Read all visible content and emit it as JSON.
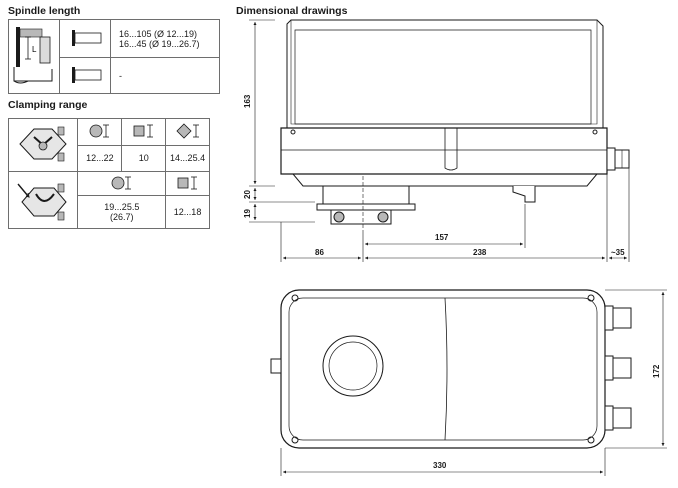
{
  "spindle_length": {
    "title": "Spindle length",
    "row1_line1": "16...105 (Ø 12...19)",
    "row1_line2": "16...45 (Ø 19...26.7)",
    "row2_value": "-"
  },
  "clamping_range": {
    "title": "Clamping range",
    "upper": [
      "12...22",
      "10",
      "14...25.4"
    ],
    "lower": [
      "19...25.5",
      "(26.7)",
      "12...18"
    ]
  },
  "dimensional": {
    "title": "Dimensional drawings",
    "dim_163": "163",
    "dim_20": "20",
    "dim_19": "19",
    "dim_86": "86",
    "dim_157": "157",
    "dim_238": "238",
    "dim_35": "~35",
    "dim_172": "172",
    "dim_330": "330"
  },
  "colors": {
    "line": "#1a1a1a",
    "shade": "#b8b8b8",
    "border": "#6e6e6e"
  }
}
